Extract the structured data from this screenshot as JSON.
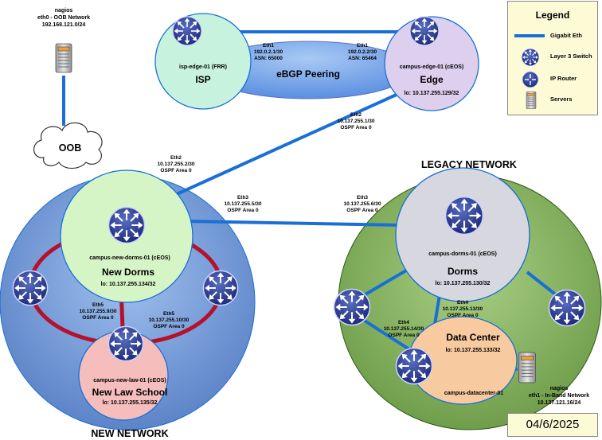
{
  "legend": {
    "title": "Legend",
    "items": [
      {
        "label": "Gigabit Eth",
        "icon": "link-line"
      },
      {
        "label": "Layer 3 Switch",
        "icon": "l3-switch-icon"
      },
      {
        "label": "IP Router",
        "icon": "router-icon"
      },
      {
        "label": "Servers",
        "icon": "server-icon"
      }
    ]
  },
  "date": "04/6/2025",
  "oob": {
    "cloud_label": "OOB",
    "server_name": "nagios",
    "server_iface": "eth0 - OOB Network",
    "server_ip": "192.168.121.0/24"
  },
  "peering": {
    "label": "eBGP Peering",
    "isp": {
      "device": "isp-edge-01 (FRR)",
      "name": "ISP"
    },
    "isp_eth": {
      "iface": "Eth1",
      "ip": "192.0.2.1/30",
      "asn": "ASN: 65000"
    },
    "edge_eth": {
      "iface": "Eth1",
      "ip": "192.0.2.2/30",
      "asn": "ASN: 65464"
    },
    "edge": {
      "device": "campus-edge-01 (cEOS)",
      "name": "Edge",
      "lo": "lo: 10.137.255.129/32"
    }
  },
  "links": {
    "edge_eth2": {
      "iface": "Eth2",
      "ip": "10.137.255.1/30",
      "area": "OSPF Area 0"
    },
    "newdorms_eth2": {
      "iface": "Eth2",
      "ip": "10.137.255.2/30",
      "area": "OSPF Area 0"
    },
    "newdorms_eth3": {
      "iface": "Eth3",
      "ip": "10.137.255.5/30",
      "area": "OSPF Area 0"
    },
    "dorms_eth3": {
      "iface": "Eth3",
      "ip": "10.137.255.6/30",
      "area": "OSPF Area 0"
    },
    "newdorms_eth5": {
      "iface": "Eth5",
      "ip": "10.137.255.9/30",
      "area": "OSPF Area 0"
    },
    "law_eth5": {
      "iface": "Eth5",
      "ip": "10.137.255.10/30",
      "area": "OSPF Area 0"
    },
    "dorms_eth4": {
      "iface": "Eth4",
      "ip": "10.137.255.13/30",
      "area": "OSPF Area 0"
    },
    "dc_eth4": {
      "iface": "Eth4",
      "ip": "10.137.255.14/30",
      "area": "OSPF Area 0"
    }
  },
  "new_network": {
    "label": "NEW NETWORK",
    "new_dorms": {
      "device": "campus-new-dorms-01 (cEOS)",
      "name": "New Dorms",
      "lo": "lo: 10.137.255.134/32"
    },
    "law": {
      "device": "campus-new-law-01 (cEOS)",
      "name": "New Law School",
      "lo": "lo: 10.137.255.135/32"
    }
  },
  "legacy_network": {
    "label": "LEGACY NETWORK",
    "dorms": {
      "device": "campus-dorms-01 (cEOS)",
      "name": "Dorms",
      "lo": "lo: 10.137.255.130/32"
    },
    "dc": {
      "name": "Data Center",
      "lo": "lo: 10.137.255.133/32",
      "device": "campus-datacenter-01"
    },
    "inband_server": {
      "name": "nagios",
      "iface": "eth1 - In-Band Network",
      "ip": "10.137.121.16/24"
    }
  },
  "colors": {
    "link_blue": "#1a6fd6",
    "ring_red": "#b3122a",
    "isp_fill": "#c6f2de",
    "edge_fill": "#ddd0ee",
    "newdorms_fill": "#d6f5c6",
    "law_fill": "#f6bdbd",
    "dorms_fill": "#d7d7df",
    "dc_fill": "#f7caa0"
  }
}
